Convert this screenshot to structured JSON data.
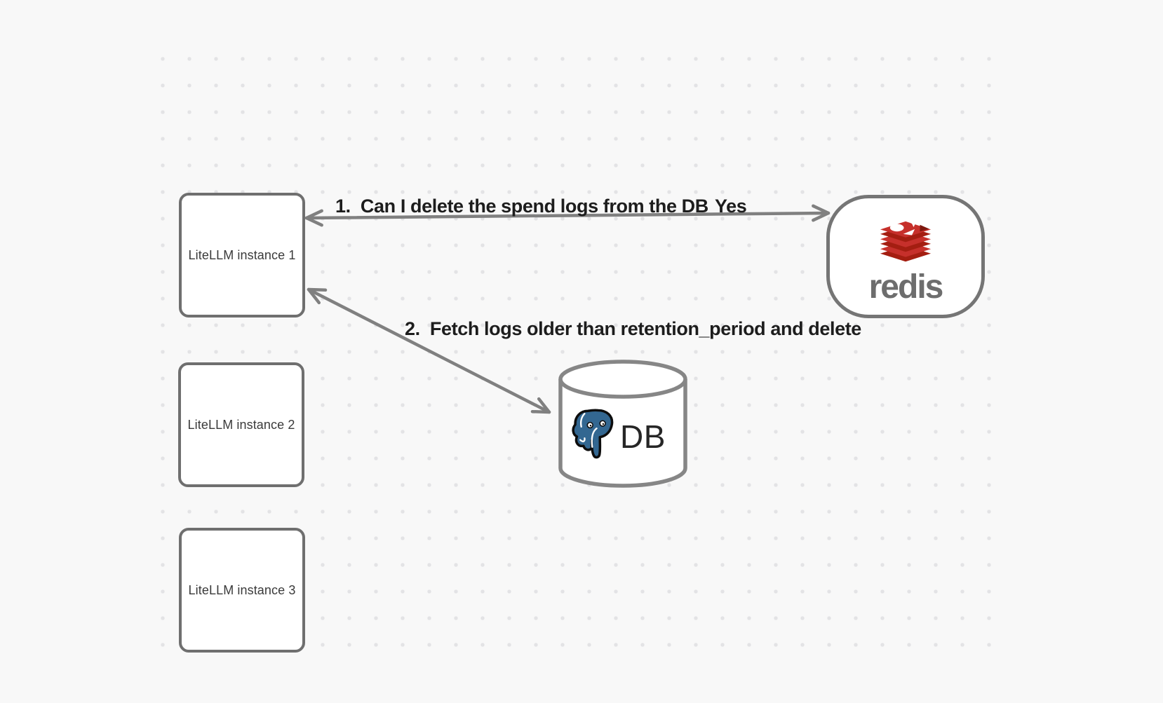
{
  "canvas": {
    "background_color": "#f8f8f8",
    "dot_color": "#e3e3e5"
  },
  "nodes": {
    "instance1": {
      "label": "LiteLLM instance 1"
    },
    "instance2": {
      "label": "LiteLLM instance 2"
    },
    "instance3": {
      "label": "LiteLLM instance 3"
    },
    "redis": {
      "wordmark": "redis"
    },
    "db": {
      "label": "DB"
    }
  },
  "edges": {
    "redis_instance1": {
      "label": "1.  Can I delete the spend logs from the DB",
      "answer": "Yes"
    },
    "instance1_db": {
      "label": "2.  Fetch logs older than retention_period and delete"
    }
  },
  "colors": {
    "arrow": "#808080",
    "node_border": "#6f6f6f",
    "edge_label_text": "#1d1d1d",
    "node_label_text": "#3a3a3a",
    "redis_red": "#c6302b",
    "redis_dark_red": "#a41e11",
    "redis_wordmark_gray": "#6d6d6d",
    "postgres_blue": "#336791",
    "db_text": "#262626",
    "cylinder_stroke": "#868686"
  }
}
